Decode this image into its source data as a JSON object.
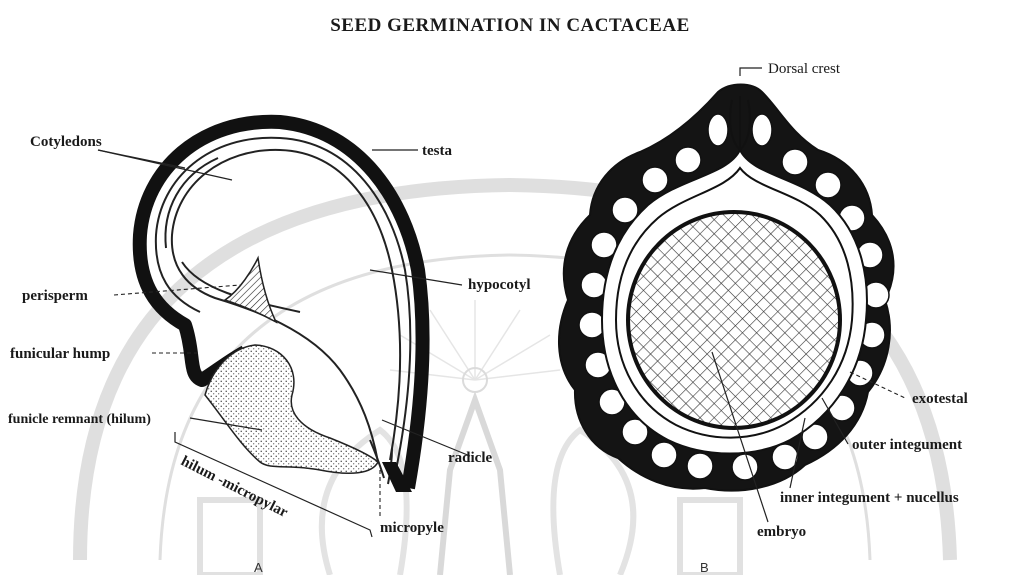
{
  "title": "SEED GERMINATION IN CACTACEAE",
  "panels": {
    "a": "A",
    "b": "B"
  },
  "labels_a": {
    "cotyledons": "Cotyledons",
    "testa": "testa",
    "perisperm": "perisperm",
    "hypocotyl": "hypocotyl",
    "funicular_hump": "funicular hump",
    "funicle_remnant": "funicle remnant (hilum)",
    "radicle": "radicle",
    "hilum_micropylar": "hilum -micropylar",
    "micropyle": "micropyle"
  },
  "labels_b": {
    "dorsal_crest": "Dorsal crest",
    "exotestal": "exotestal",
    "outer_integument": "outer integument",
    "inner_integument": "inner integument + nucellus",
    "embryo": "embryo"
  }
}
